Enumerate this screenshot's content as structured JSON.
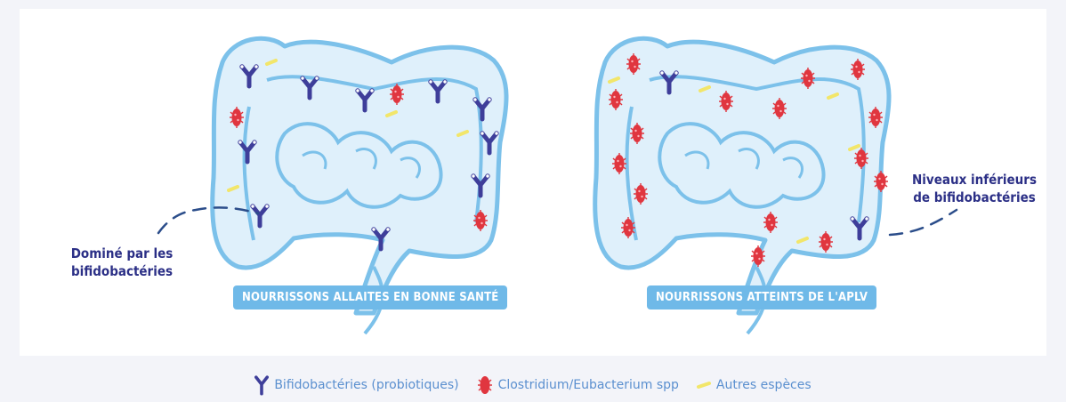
{
  "callouts": {
    "left": [
      "Dominé par les",
      "bifidobactéries"
    ],
    "right": [
      "Niveaux inférieurs",
      "de bifidobactéries"
    ]
  },
  "badges": {
    "left": "NOURRISSONS ALLAITES EN BONNE SANTÉ",
    "right": "NOURRISSONS ATTEINTS DE L'APLV"
  },
  "legend": {
    "bifido": "Bifidobactéries (probiotiques)",
    "clostridium": "Clostridium/Eubacterium spp",
    "autres": "Autres espèces"
  },
  "colors": {
    "intestine_outline": "#7cc1ea",
    "intestine_fill": "#dff0fb",
    "bifido": "#3e3e9a",
    "clostridium": "#e0363f",
    "autres": "#f2e66a",
    "text": "#2b2f86",
    "badge": "#6fb9e8",
    "legend_text": "#5a8fcf"
  },
  "icons": [
    "bifidobacterium-icon",
    "clostridium-icon",
    "other-species-icon"
  ]
}
